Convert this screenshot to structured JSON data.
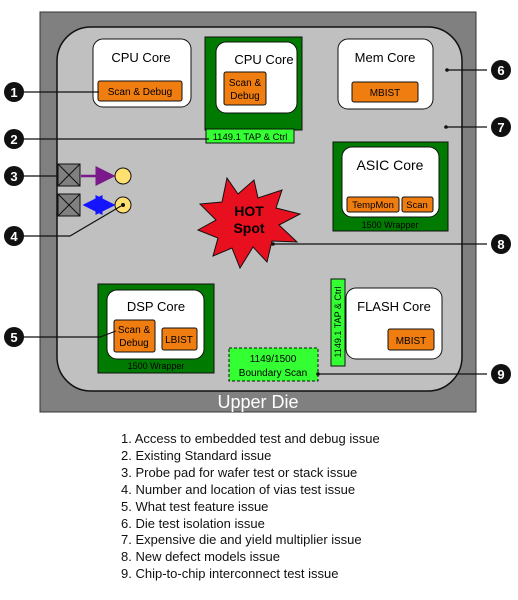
{
  "die": {
    "label": "Upper Die"
  },
  "cores": {
    "cpu1": {
      "title": "CPU Core",
      "block": "Scan & Debug"
    },
    "cpu2": {
      "title": "CPU Core",
      "block_line1": "Scan &",
      "block_line2": "Debug",
      "tap": "1149.1 TAP & Ctrl"
    },
    "mem": {
      "title": "Mem Core",
      "block": "MBIST"
    },
    "asic": {
      "title": "ASIC Core",
      "block1": "TempMon",
      "block2": "Scan",
      "wrapper": "1500 Wrapper"
    },
    "dsp": {
      "title": "DSP Core",
      "block1_line1": "Scan &",
      "block1_line2": "Debug",
      "block2": "LBIST",
      "wrapper": "1500 Wrapper"
    },
    "flash": {
      "title": "FLASH Core",
      "block": "MBIST",
      "tap": "1149.1 TAP & Ctrl"
    }
  },
  "hotspot": {
    "line1": "HOT",
    "line2": "Spot"
  },
  "boundary_scan": {
    "line1": "1149/1500",
    "line2": "Boundary Scan"
  },
  "callouts": [
    "1",
    "2",
    "3",
    "4",
    "5",
    "6",
    "7",
    "8",
    "9"
  ],
  "issues": [
    "1. Access to embedded test and debug issue",
    "2. Existing Standard issue",
    "3. Probe pad for wafer test or stack issue",
    "4. Number and location of vias test issue",
    "5. What test feature issue",
    "6. Die test isolation issue",
    "7. Expensive die and yield multiplier issue",
    "8. New defect models issue",
    "9. Chip-to-chip interconnect test issue"
  ],
  "colors": {
    "die_outer": "#808080",
    "die_inner": "#c0c0c0",
    "green": "#007a00",
    "bright_green": "#33ff33",
    "orange": "#f07d10",
    "red": "#e8101e",
    "purple": "#7a1a8a",
    "blue": "#1414ff",
    "yellow": "#ffe070"
  }
}
